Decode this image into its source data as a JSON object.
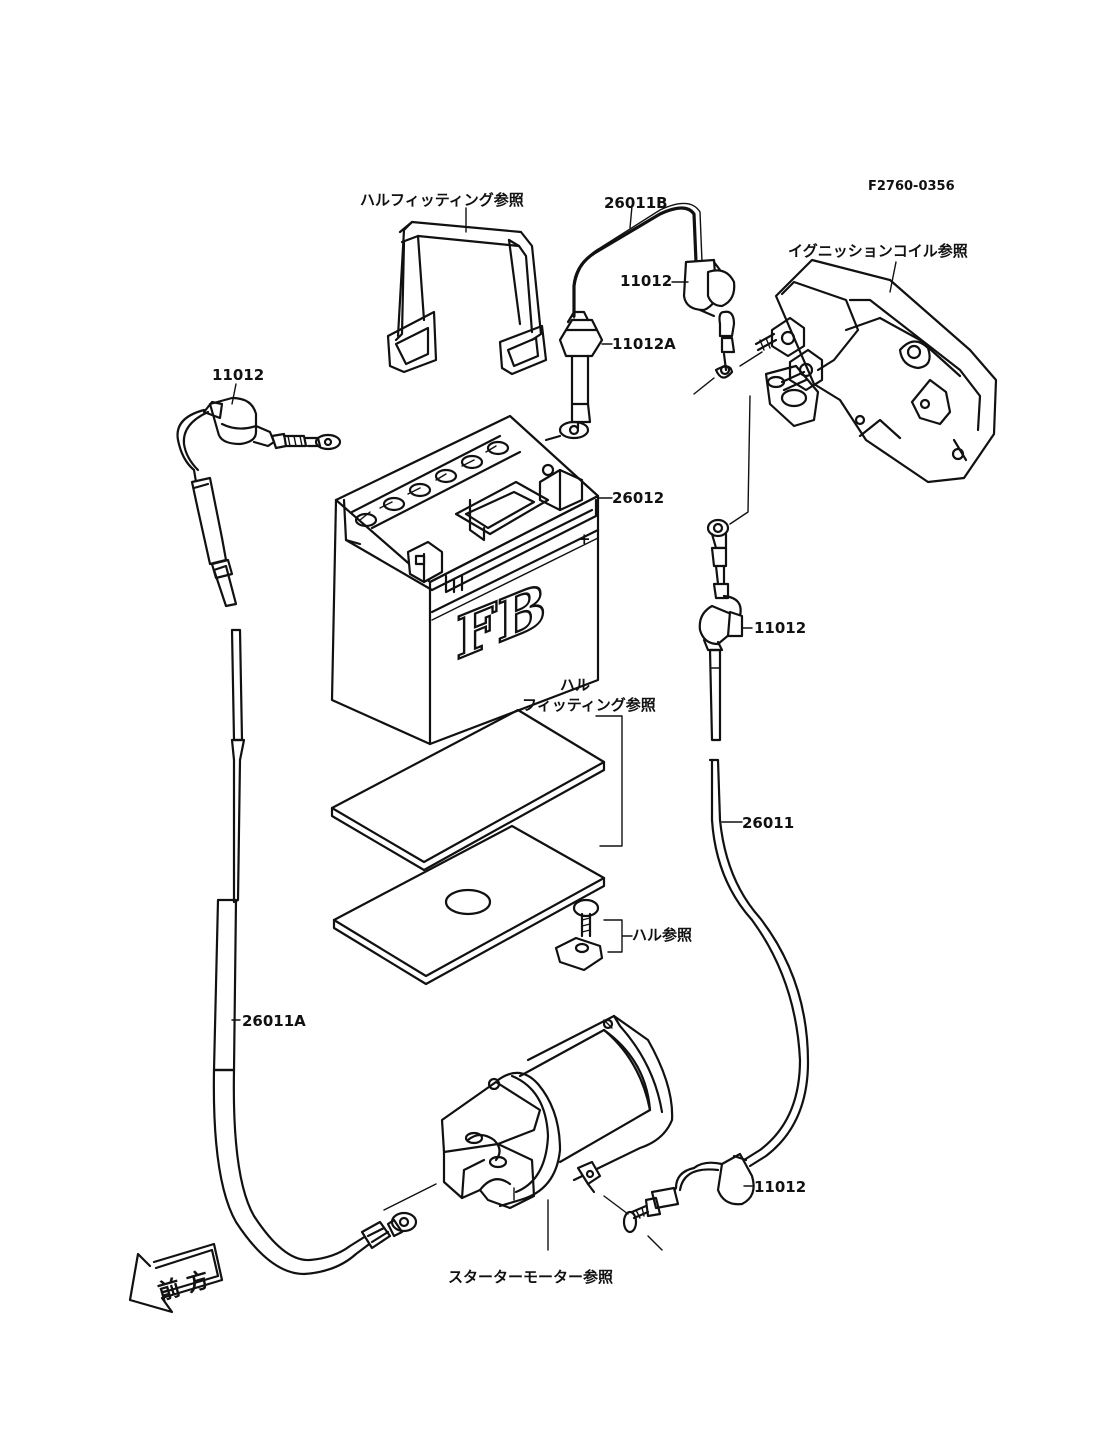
{
  "figure_code": "F2760-0356",
  "battery_marking": "FB",
  "plus_mark": "+",
  "front_arrow_label": "前 方",
  "labels": {
    "hold_strap_ref": "ハルフィッティング参照",
    "cable_26011B": "26011B",
    "cap_11012_top": "11012",
    "ignition_coil_ref": "イグニッションコイル参照",
    "boot_11012A": "11012A",
    "cap_11012_left": "11012",
    "battery_26012": "26012",
    "cap_11012_right": "11012",
    "hull_fitting_ref_line1": "ハル",
    "hull_fitting_ref_line2": "フィッティング参照",
    "cable_26011": "26011",
    "hull_ref": "ハル参照",
    "cable_26011A": "26011A",
    "cap_11012_bottom": "11012",
    "starter_motor_ref": "スターターモーター参照"
  }
}
